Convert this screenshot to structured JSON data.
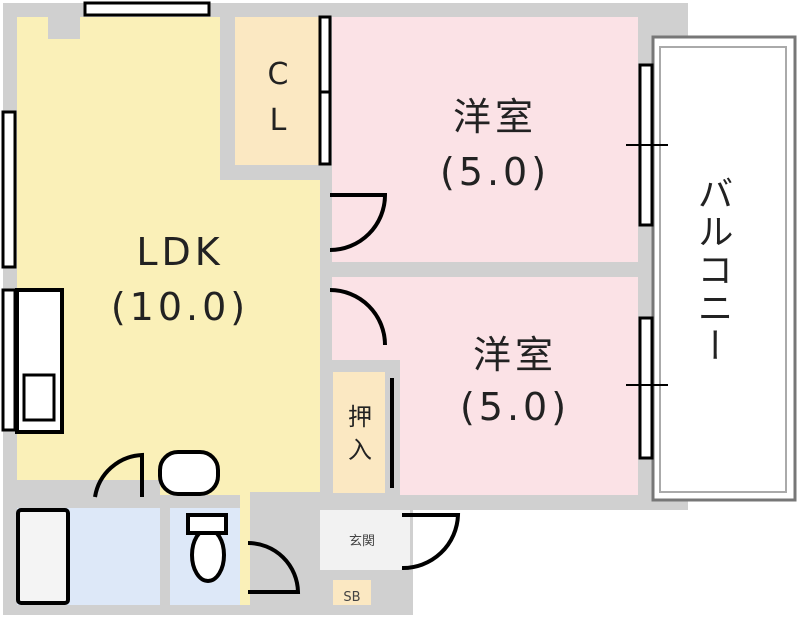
{
  "rooms": {
    "ldk": {
      "name": "LDK",
      "size": "(10.0)"
    },
    "closet": {
      "line1": "C",
      "line2": "L"
    },
    "bedroom1": {
      "name": "洋室",
      "size": "(5.0)"
    },
    "bedroom2": {
      "name": "洋室",
      "size": "(5.0)"
    },
    "oshiire": {
      "line1": "押",
      "line2": "入"
    },
    "balcony": {
      "name": "バルコニー"
    },
    "entrance": {
      "name": "玄関"
    },
    "shoebox": {
      "name": "SB"
    }
  },
  "colors": {
    "wall": "#d0d0d0",
    "ldk": "#faf0b8",
    "closet": "#fbe8c2",
    "bedroom": "#fbe2e6",
    "wet": "#dde8f8",
    "entrance": "#f2f2f2"
  }
}
